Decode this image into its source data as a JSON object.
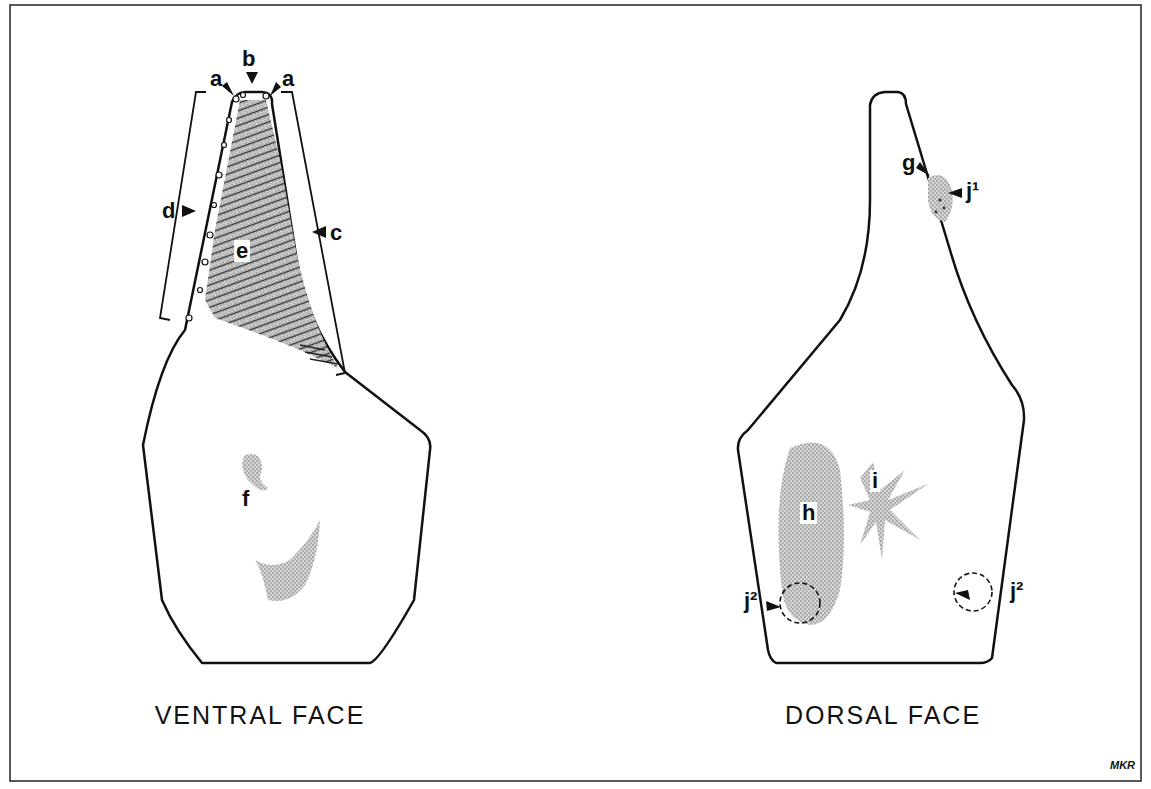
{
  "diagram": {
    "labels": [
      "a",
      "b",
      "a",
      "d",
      "e",
      "c",
      "f",
      "g",
      "j¹",
      "h",
      "i",
      "j²",
      "j²",
      "VENTRAL FACE",
      "DORSAL FACE",
      "MKR"
    ]
  }
}
